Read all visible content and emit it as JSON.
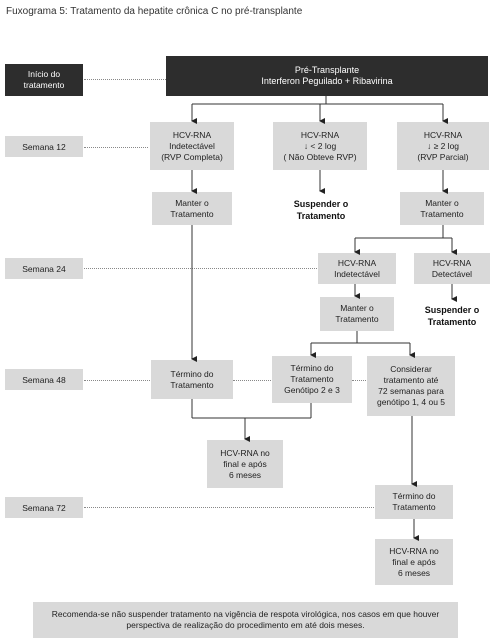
{
  "title": "Fuxograma 5: Tratamento da hepatite crônica C no pré-transplante",
  "weeks": {
    "start": [
      "Início do",
      "tratamento"
    ],
    "w12": "Semana 12",
    "w24": "Semana 24",
    "w48": "Semana 48",
    "w72": "Semana 72"
  },
  "header_box": [
    "Pré-Transplante",
    "Interferon Peguilado + Ribavirina"
  ],
  "row12": {
    "left": [
      "HCV-RNA",
      "Indetectável",
      "(RVP Completa)"
    ],
    "middle": [
      "HCV-RNA",
      "↓ < 2 log",
      "( Não Obteve RVP)"
    ],
    "right": [
      "HCV-RNA",
      "↓ ≥ 2 log",
      "(RVP Parcial)"
    ]
  },
  "row_after12": {
    "left": [
      "Manter o",
      "Tratamento"
    ],
    "middle": [
      "Suspender o",
      "Tratamento"
    ],
    "right": [
      "Manter o",
      "Tratamento"
    ]
  },
  "row24": {
    "left": [
      "HCV-RNA",
      "Indetectável"
    ],
    "right": [
      "HCV-RNA",
      "Detectável"
    ]
  },
  "row_after24": {
    "left": [
      "Manter o",
      "Tratamento"
    ],
    "right": [
      "Suspender o",
      "Tratamento"
    ]
  },
  "row48": {
    "a": [
      "Término do",
      "Tratamento"
    ],
    "b": [
      "Término do",
      "Tratamento",
      "Genótipo 2 e 3"
    ],
    "c": [
      "Considerar",
      "tratamento até",
      "72 semanas para",
      "genótipo 1, 4 ou 5"
    ]
  },
  "row_after48": [
    "HCV-RNA no",
    "final e após",
    "6 meses"
  ],
  "row72": [
    "Término do",
    "Tratamento"
  ],
  "row_after72": [
    "HCV-RNA no",
    "final e após",
    "6 meses"
  ],
  "note": "Recomenda-se não suspender tratamento na vigência de respota virológica, nos casos em que houver perspectiva de realização do procedimento em até dois meses."
}
